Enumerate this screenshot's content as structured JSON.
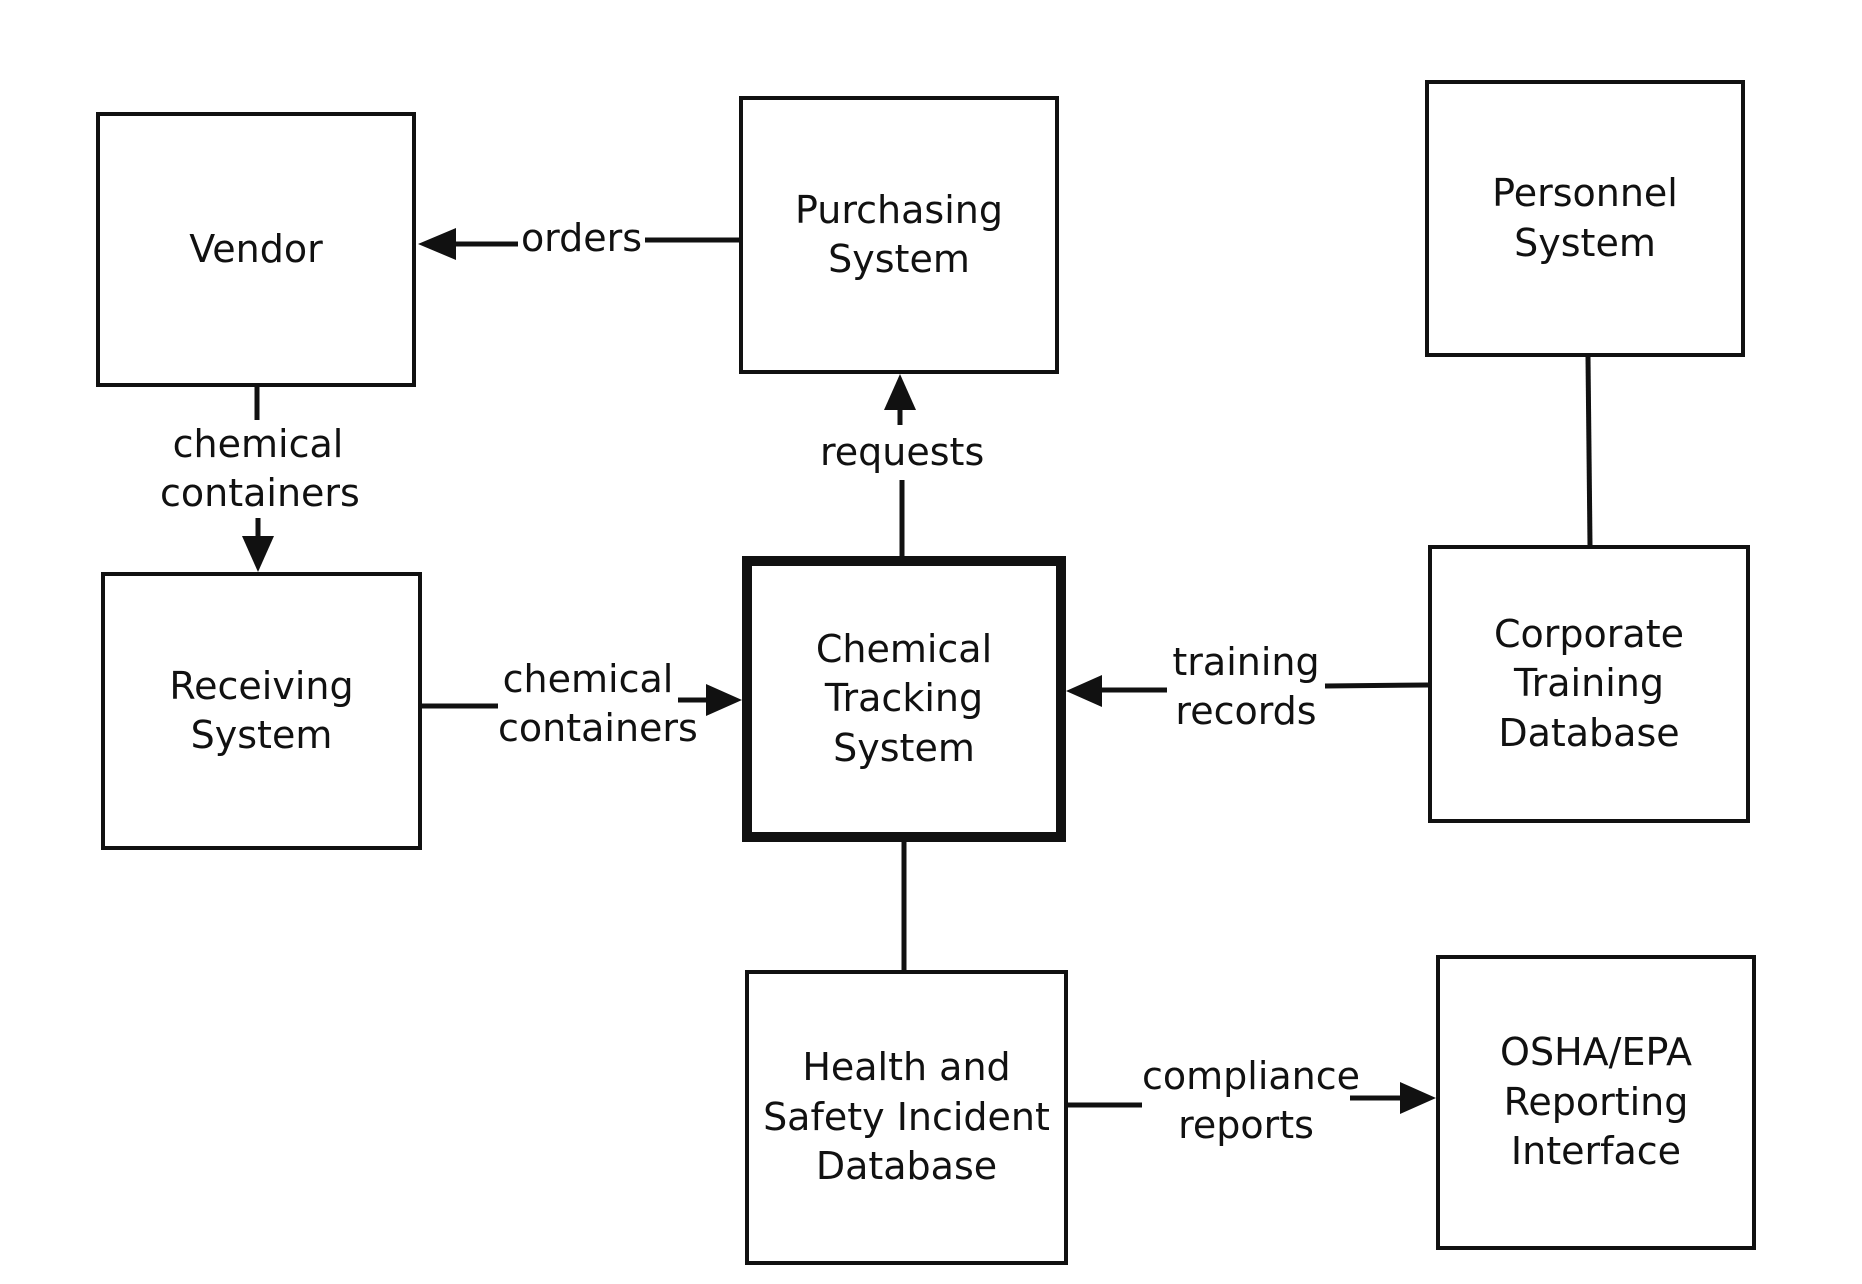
{
  "diagram": {
    "nodes": {
      "vendor": "Vendor",
      "purchasing": "Purchasing\nSystem",
      "personnel": "Personnel\nSystem",
      "receiving": "Receiving\nSystem",
      "chemical_tracking": "Chemical\nTracking\nSystem",
      "corporate_training": "Corporate\nTraining\nDatabase",
      "health_safety": "Health and\nSafety Incident\nDatabase",
      "osha_epa": "OSHA/EPA\nReporting\nInterface"
    },
    "flows": {
      "orders": "orders",
      "chemical_containers_vendor": "chemical\ncontainers",
      "requests": "requests",
      "chemical_containers_receiving": "chemical\ncontainers",
      "training_records": "training\nrecords",
      "compliance_reports": "compliance\nreports"
    }
  }
}
